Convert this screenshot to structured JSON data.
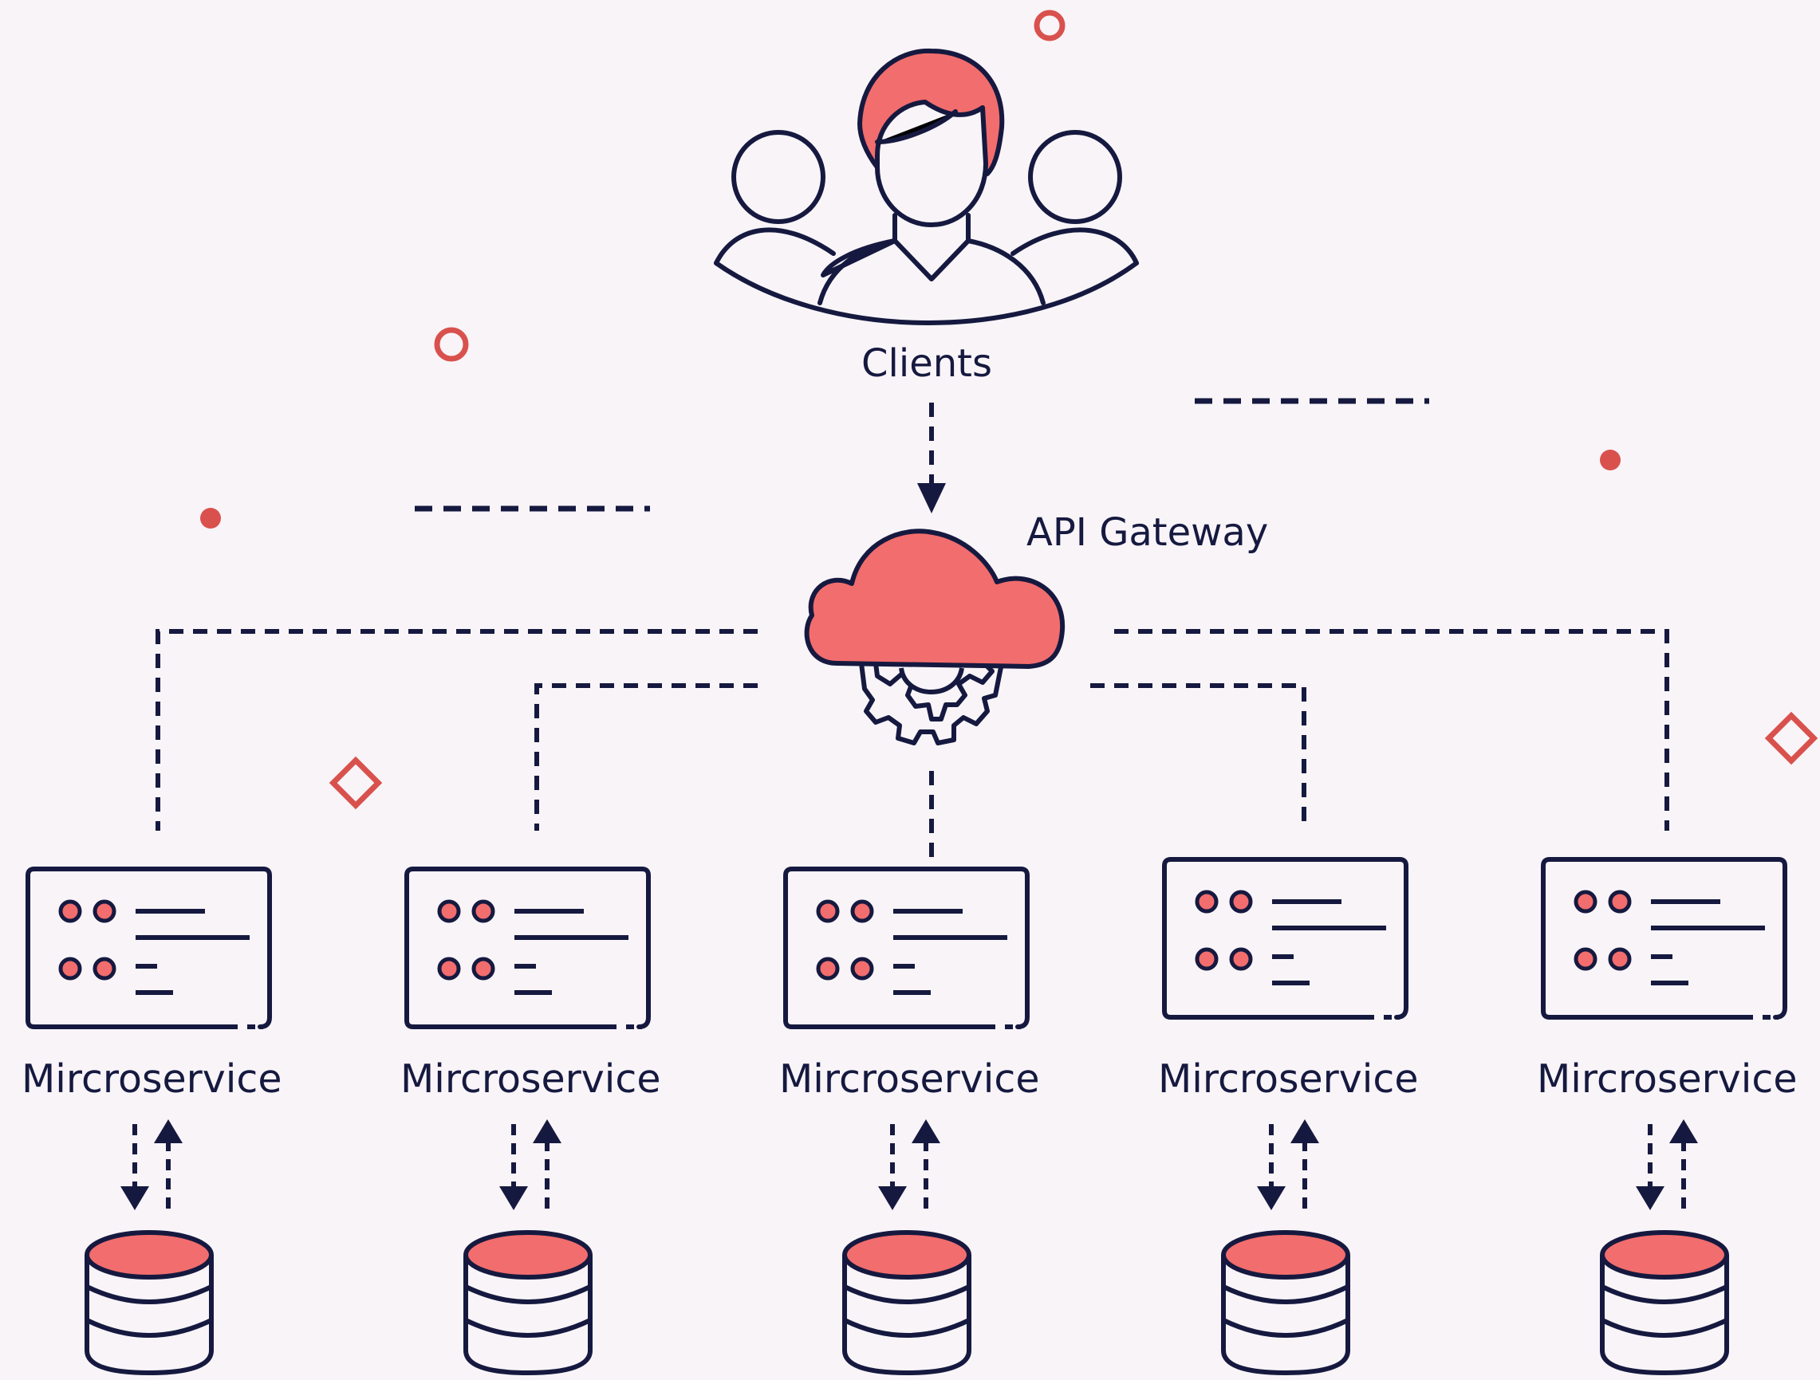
{
  "clients": {
    "label": "Clients"
  },
  "gateway": {
    "label": "API Gateway"
  },
  "services": [
    {
      "label": "Mircroservice"
    },
    {
      "label": "Mircroservice"
    },
    {
      "label": "Mircroservice"
    },
    {
      "label": "Mircroservice"
    },
    {
      "label": "Mircroservice"
    }
  ],
  "colors": {
    "ink": "#16193f",
    "accent": "#f26d6d",
    "background": "#f8f4f8",
    "decor": "#d9514d"
  },
  "icons": [
    "clients-icon",
    "cloud-gear-icon",
    "server-panel-icon",
    "database-icon",
    "double-arrow-icon"
  ]
}
